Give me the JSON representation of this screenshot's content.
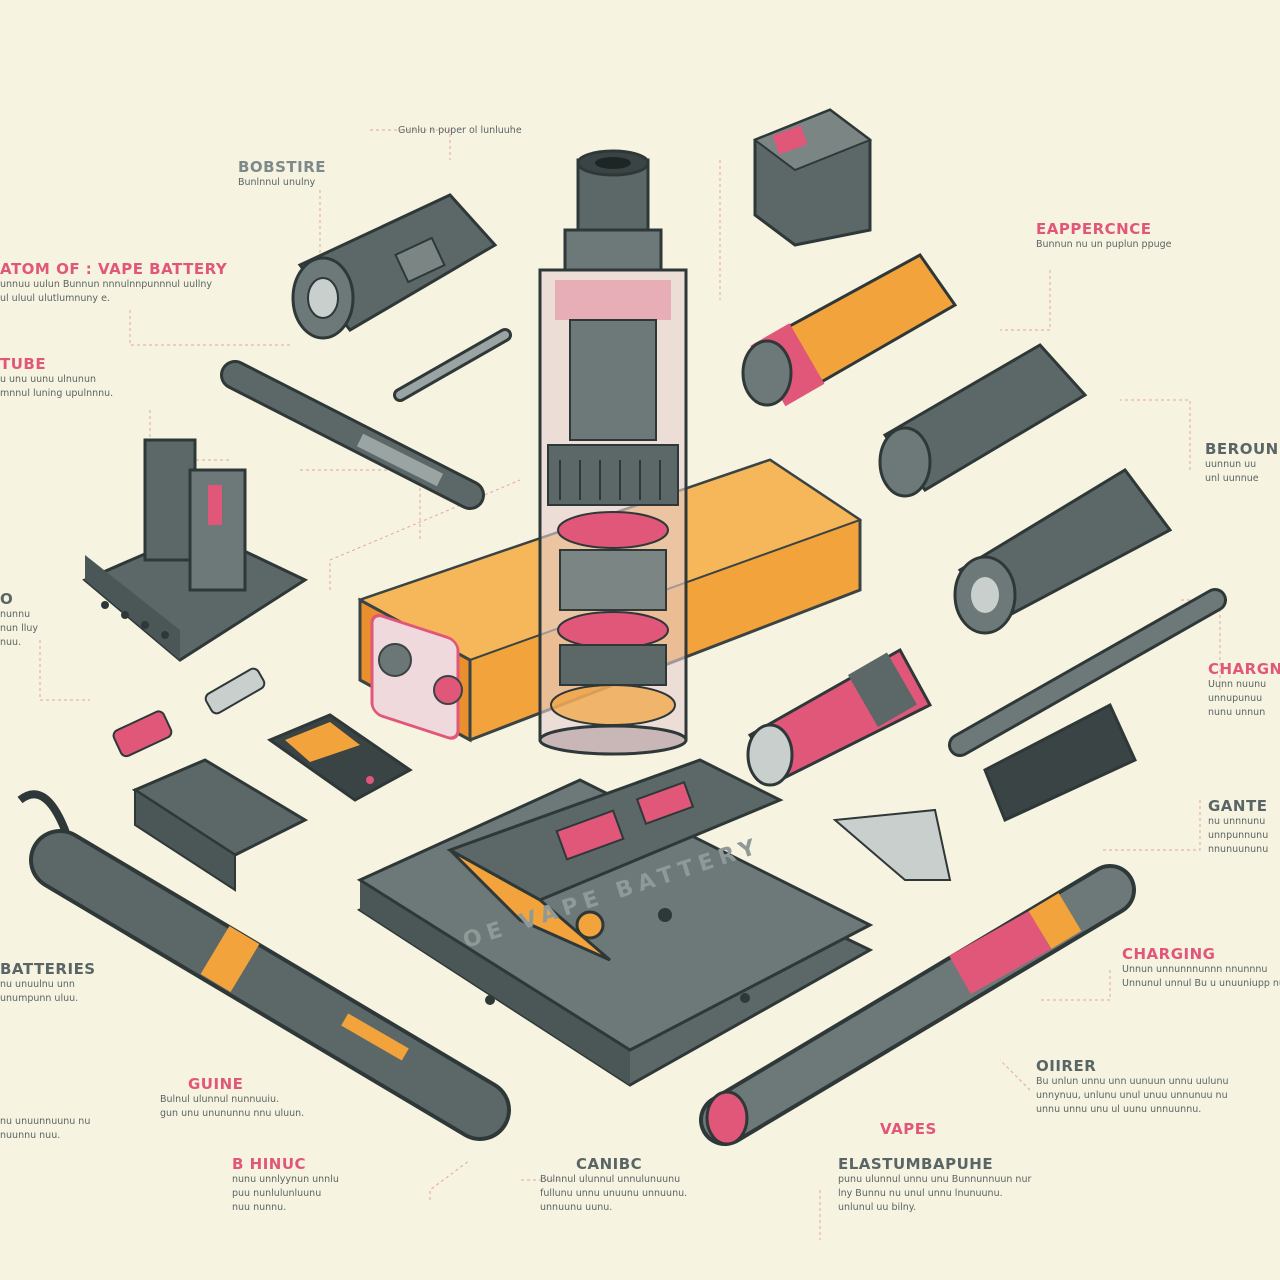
{
  "labels": {
    "top_note": "Gunlu n puper ol lunluuhe",
    "boostire": {
      "title": "BOBSTIRE",
      "desc": [
        "Bunlnnul unulny"
      ]
    },
    "anatomy": {
      "title": "ATOM OF : VAPE BATTERY",
      "desc": [
        "unnuu uulun Bunnun  nnnulnnpunnnul uullny",
        "ul uluul ulutlumnuny e."
      ]
    },
    "tube": {
      "title": "TUBE",
      "desc": [
        "u unu uunu ulnunun",
        "mnnul luning upulnnnu."
      ]
    },
    "side_o": {
      "title": "O",
      "desc": [
        "nunnu",
        "nun lluy",
        "nuu."
      ]
    },
    "batteries": {
      "title": "BATTERIES",
      "desc": [
        "nu unuulnu unn",
        "unumpunn uluu."
      ]
    },
    "left_low": {
      "title": "",
      "desc": [
        "nu unuunnuunu nu",
        "nuunnu nuu."
      ]
    },
    "guine": {
      "title": "GUINE",
      "desc": [
        "Bulnul ulunnul nunnuuiu.",
        "gun unu unununnu nnu uluun."
      ]
    },
    "bhinuc": {
      "title": "B HINUC",
      "desc": [
        "nunu unnlyynun unnlu",
        "puu nunlulunluunu",
        "nuu nunnu."
      ]
    },
    "canibc": {
      "title": "CANIBC",
      "desc": [
        "Bulnnul ulunnul unnulunuunu",
        "fullunu unnu unuunu unnuunu.",
        "unnuunu uunu."
      ]
    },
    "eappercnce": {
      "title": "EAPPERCNCE",
      "desc": [
        "Bunnun nu un puplun ppuge"
      ]
    },
    "beroun": {
      "title": "BEROUN",
      "desc": [
        "uunnun uu",
        "unl uunnue"
      ]
    },
    "chargn": {
      "title": "CHARGN",
      "desc": [
        "Uunn nuunu",
        "unnupunuu",
        "nunu unnun"
      ]
    },
    "gante": {
      "title": "GANTE",
      "desc": [
        "nu unnnunu",
        "unnpunnunu",
        "nnunuununu"
      ]
    },
    "charging": {
      "title": "CHARGING",
      "desc": [
        "Unnun unnunnnunnn nnunnnu",
        "Unnunul unnul Bu u unuuniupp nu"
      ]
    },
    "oiirer": {
      "title": "OIIRER",
      "desc": [
        "Bu unlun unnu unn uunuun unnu uulunu",
        "unnynuu, unlunu unul unuu unnunuu nu",
        "unnu unnu unu ul uunu unnuunnu."
      ]
    },
    "vapes": {
      "title": "VAPES",
      "desc": []
    },
    "elastum": {
      "title": "ELASTUMBAPUHE",
      "desc": [
        "punu ulunnul unnu unu Bunnunnuun nur",
        "lny Bunnu nu unul unnu lnunuunu.",
        "unlunul uu bilny."
      ]
    }
  },
  "base_label": "OE VAPE BATTERY",
  "colors": {
    "bg": "#f7f3e1",
    "body": "#5b6867",
    "orange": "#f2a33c",
    "pink": "#e0577a",
    "dark": "#3a4444"
  }
}
